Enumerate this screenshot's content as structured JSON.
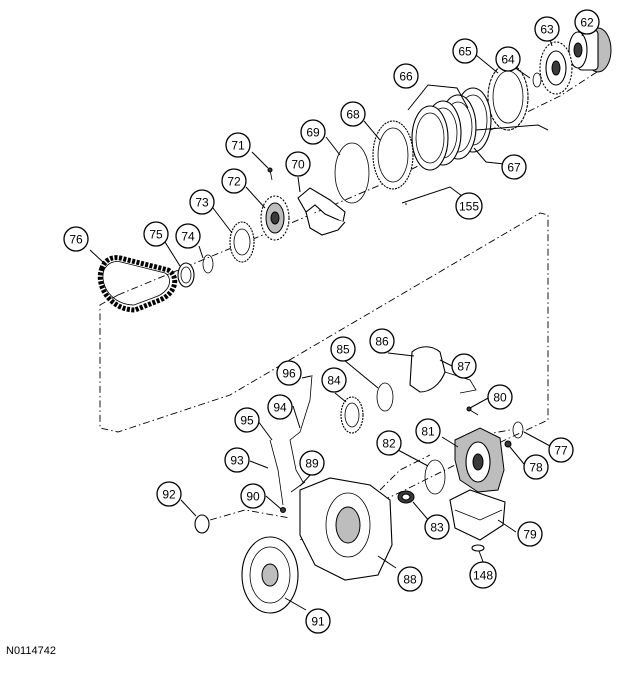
{
  "diagram": {
    "document_id": "N0114742",
    "callouts": [
      {
        "id": "62",
        "label": "62"
      },
      {
        "id": "63",
        "label": "63"
      },
      {
        "id": "64",
        "label": "64"
      },
      {
        "id": "65",
        "label": "65"
      },
      {
        "id": "66",
        "label": "66"
      },
      {
        "id": "67",
        "label": "67"
      },
      {
        "id": "68",
        "label": "68"
      },
      {
        "id": "69",
        "label": "69"
      },
      {
        "id": "70",
        "label": "70"
      },
      {
        "id": "71",
        "label": "71"
      },
      {
        "id": "72",
        "label": "72"
      },
      {
        "id": "73",
        "label": "73"
      },
      {
        "id": "74",
        "label": "74"
      },
      {
        "id": "75",
        "label": "75"
      },
      {
        "id": "76",
        "label": "76"
      },
      {
        "id": "77",
        "label": "77"
      },
      {
        "id": "78",
        "label": "78"
      },
      {
        "id": "79",
        "label": "79"
      },
      {
        "id": "80",
        "label": "80"
      },
      {
        "id": "81",
        "label": "81"
      },
      {
        "id": "82",
        "label": "82"
      },
      {
        "id": "83",
        "label": "83"
      },
      {
        "id": "84",
        "label": "84"
      },
      {
        "id": "85",
        "label": "85"
      },
      {
        "id": "86",
        "label": "86"
      },
      {
        "id": "87",
        "label": "87"
      },
      {
        "id": "88",
        "label": "88"
      },
      {
        "id": "89",
        "label": "89"
      },
      {
        "id": "90",
        "label": "90"
      },
      {
        "id": "91",
        "label": "91"
      },
      {
        "id": "92",
        "label": "92"
      },
      {
        "id": "93",
        "label": "93"
      },
      {
        "id": "94",
        "label": "94"
      },
      {
        "id": "95",
        "label": "95"
      },
      {
        "id": "96",
        "label": "96"
      },
      {
        "id": "148",
        "label": "148"
      },
      {
        "id": "155",
        "label": "155"
      }
    ]
  }
}
